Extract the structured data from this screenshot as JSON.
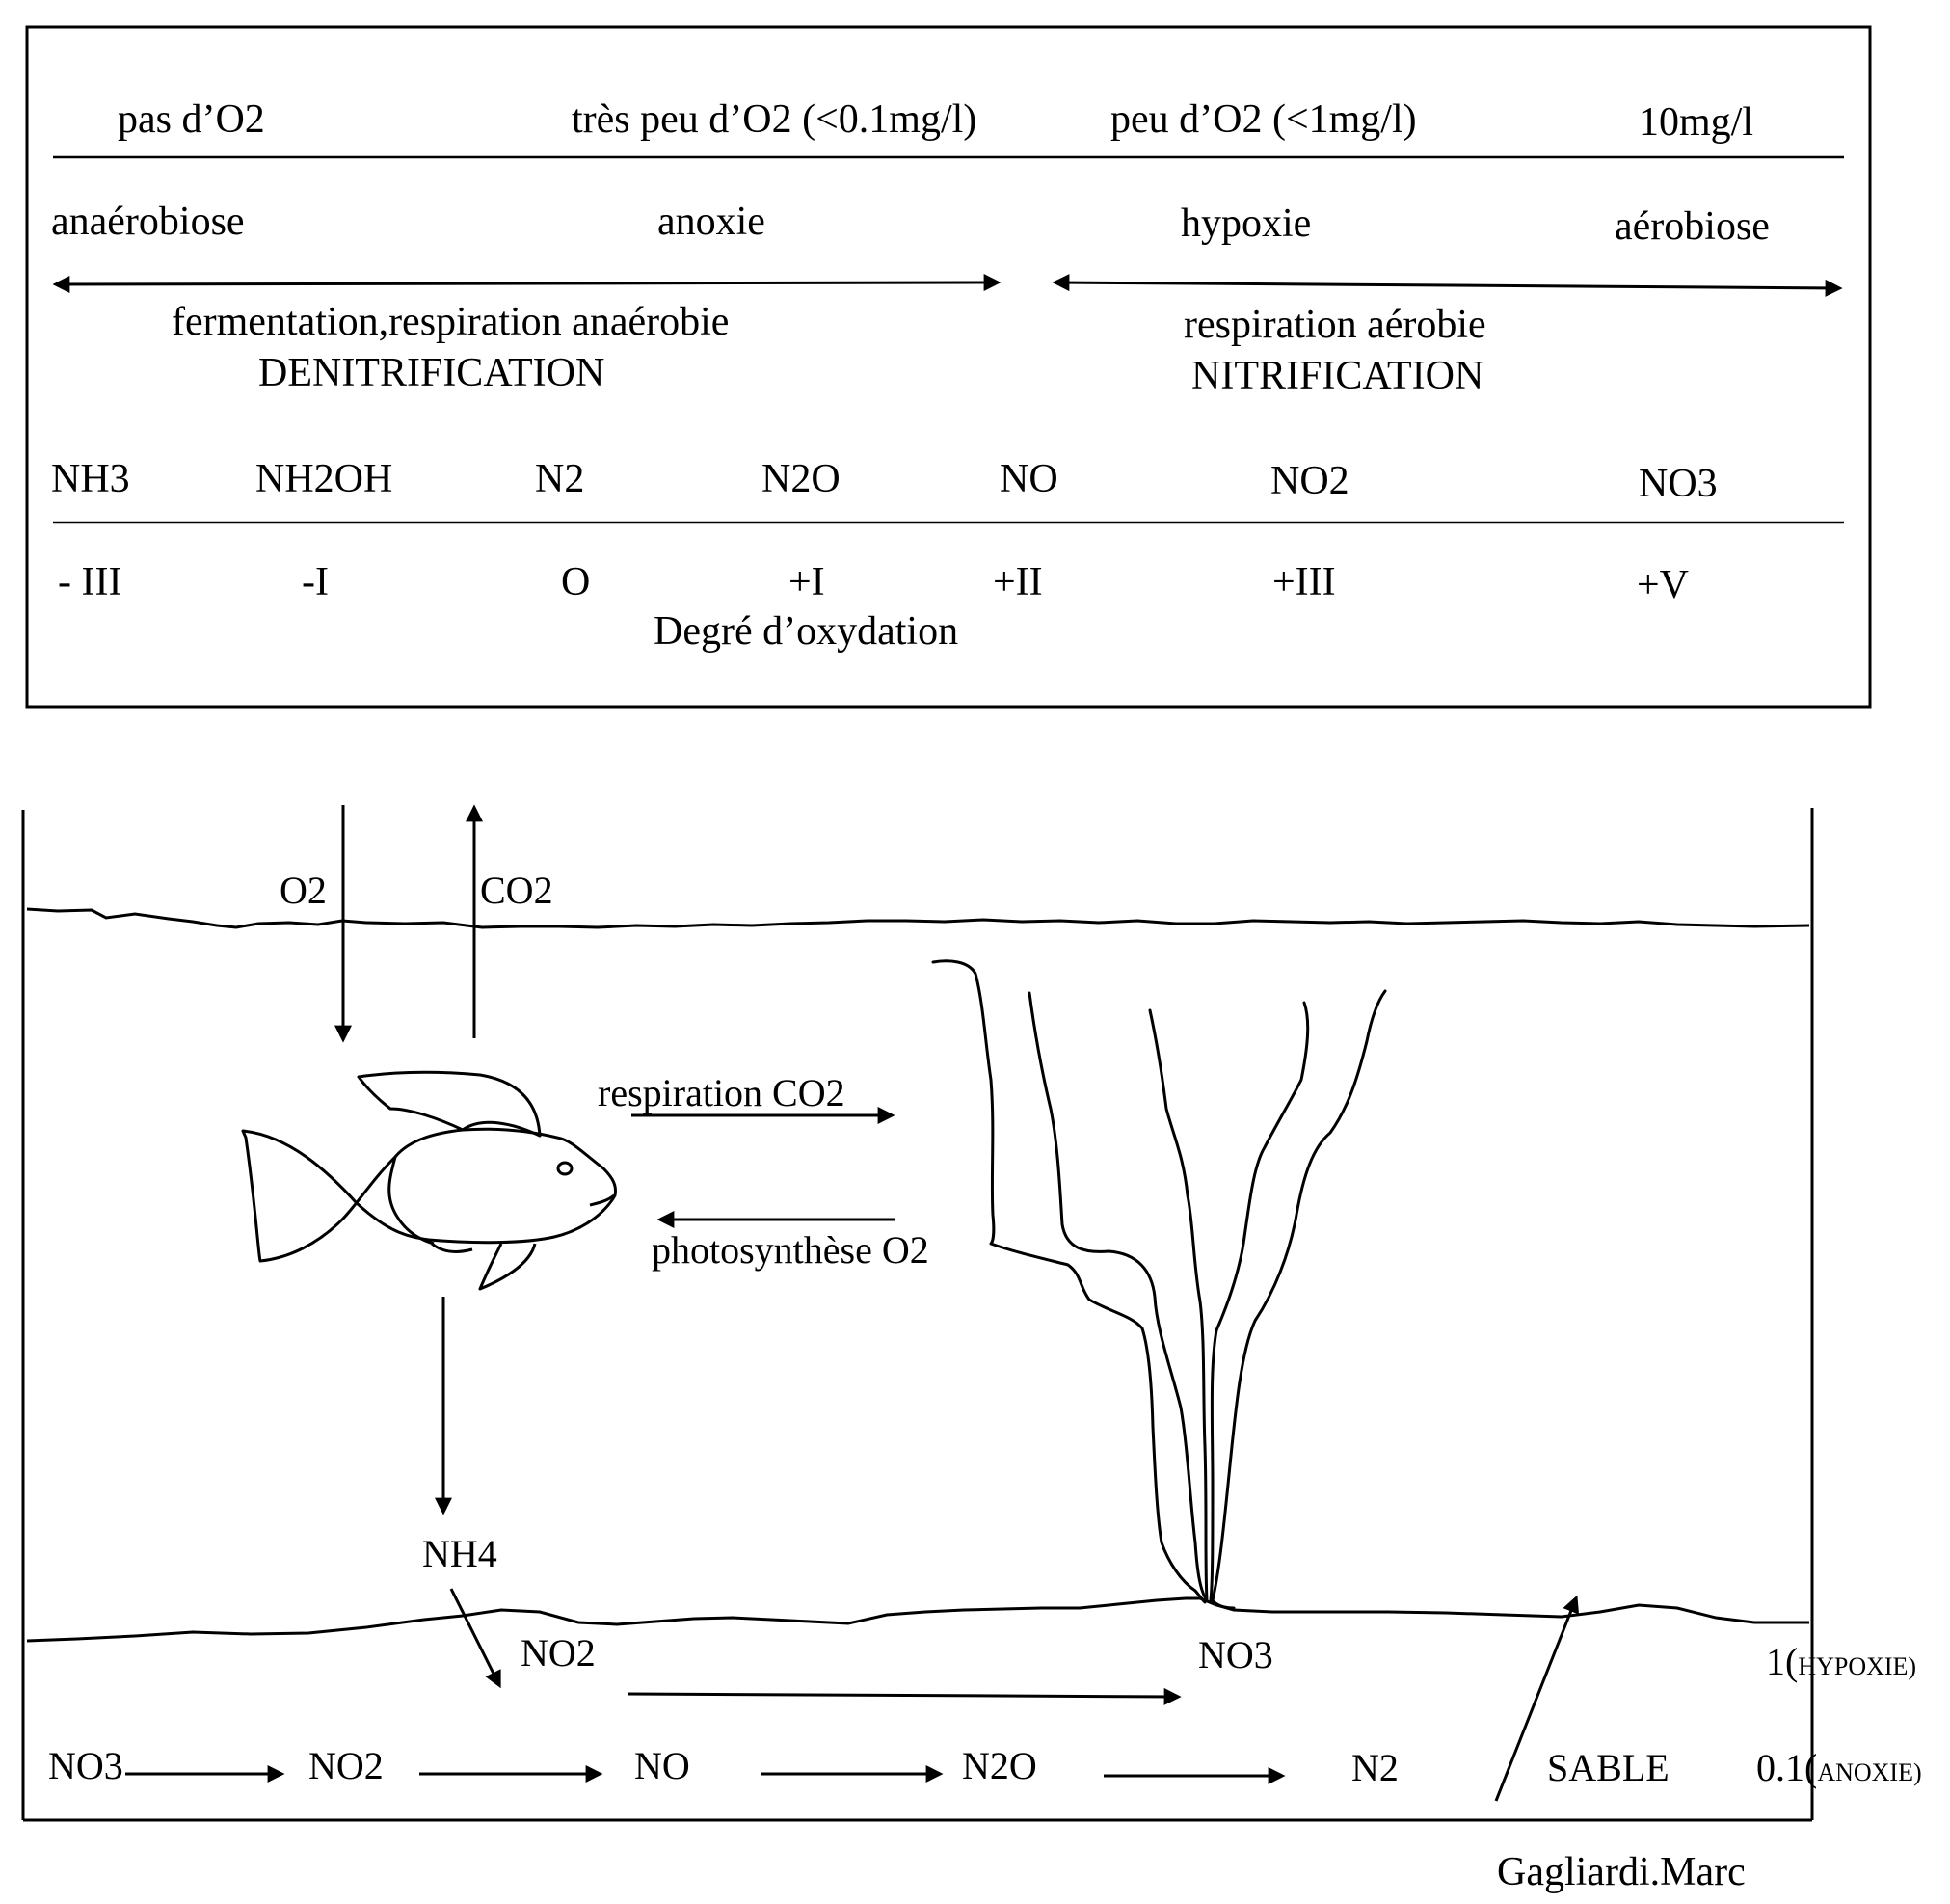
{
  "oxygen_levels": {
    "none": "pas d’O2",
    "very_low": "très peu d’O2 (<0.1mg/l)",
    "low": "peu d’O2 (<1mg/l)",
    "high": "10mg/l"
  },
  "conditions": {
    "anaerobiosis": "anaérobiose",
    "anoxia": "anoxie",
    "hypoxia": "hypoxie",
    "aerobiosis": "aérobiose"
  },
  "processes": {
    "anaerobic_line1": "fermentation,respiration anaérobie",
    "anaerobic_line2": "DENITRIFICATION",
    "aerobic_line1": "respiration aérobie",
    "aerobic_line2": "NITRIFICATION"
  },
  "species": [
    {
      "formula": "NH3",
      "oxidation": "- III"
    },
    {
      "formula": "NH2OH",
      "oxidation": "-I"
    },
    {
      "formula": "N2",
      "oxidation": "O"
    },
    {
      "formula": "N2O",
      "oxidation": "+I"
    },
    {
      "formula": "NO",
      "oxidation": "+II"
    },
    {
      "formula": "NO2",
      "oxidation": "+III"
    },
    {
      "formula": "NO3",
      "oxidation": "+V"
    }
  ],
  "oxidation_label": "Degré d’oxydation",
  "aquarium": {
    "o2_in": "O2",
    "co2_out": "CO2",
    "respiration": "respiration CO2",
    "photosynthesis": "photosynthèse O2",
    "nh4": "NH4",
    "nitrification_no2": "NO2",
    "nitrification_no3": "NO3",
    "level_hypoxia_num": "1(",
    "level_hypoxia_word": "HYPOXIE)",
    "level_anoxia_num": "0.1(",
    "level_anoxia_word": "ANOXIE)",
    "denitrification_chain": [
      "NO3",
      "NO2",
      "NO",
      "N2O",
      "N2"
    ],
    "sand": "SABLE"
  },
  "author": "Gagliardi.Marc"
}
